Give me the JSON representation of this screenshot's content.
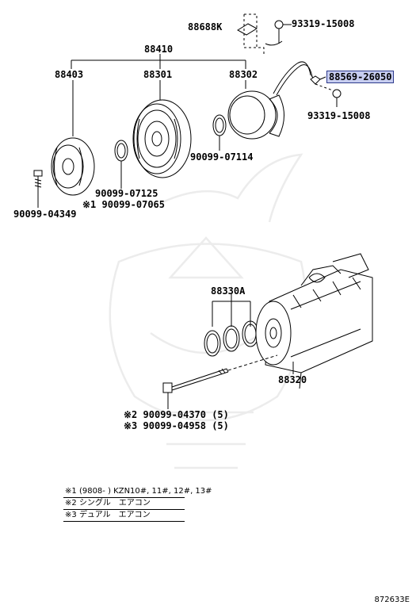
{
  "labels": {
    "p88688K": "88688K",
    "p93319_top": "93319-15008",
    "p88410": "88410",
    "p88403": "88403",
    "p88301": "88301",
    "p88302": "88302",
    "p88569": "88569-26050",
    "p93319_mid": "93319-15008",
    "p90099_07114": "90099-07114",
    "p90099_07125": "90099-07125",
    "p90099_07065_mark": "※1",
    "p90099_07065": "90099-07065",
    "p90099_04349": "90099-04349",
    "p88330A": "88330A",
    "p88320": "88320",
    "p90099_04370_mark": "※2",
    "p90099_04370": "90099-04370 (5)",
    "p90099_04958_mark": "※3",
    "p90099_04958": "90099-04958 (5)"
  },
  "notes": [
    {
      "mark": "※1",
      "text": "(9808-    ) KZN10#, 11#, 12#, 13#"
    },
    {
      "mark": "※2",
      "text": "シングル　エアコン"
    },
    {
      "mark": "※3",
      "text": "デュアル　エアコン"
    }
  ],
  "diagram_code": "872633E",
  "highlight_color": "#c7cdf0"
}
